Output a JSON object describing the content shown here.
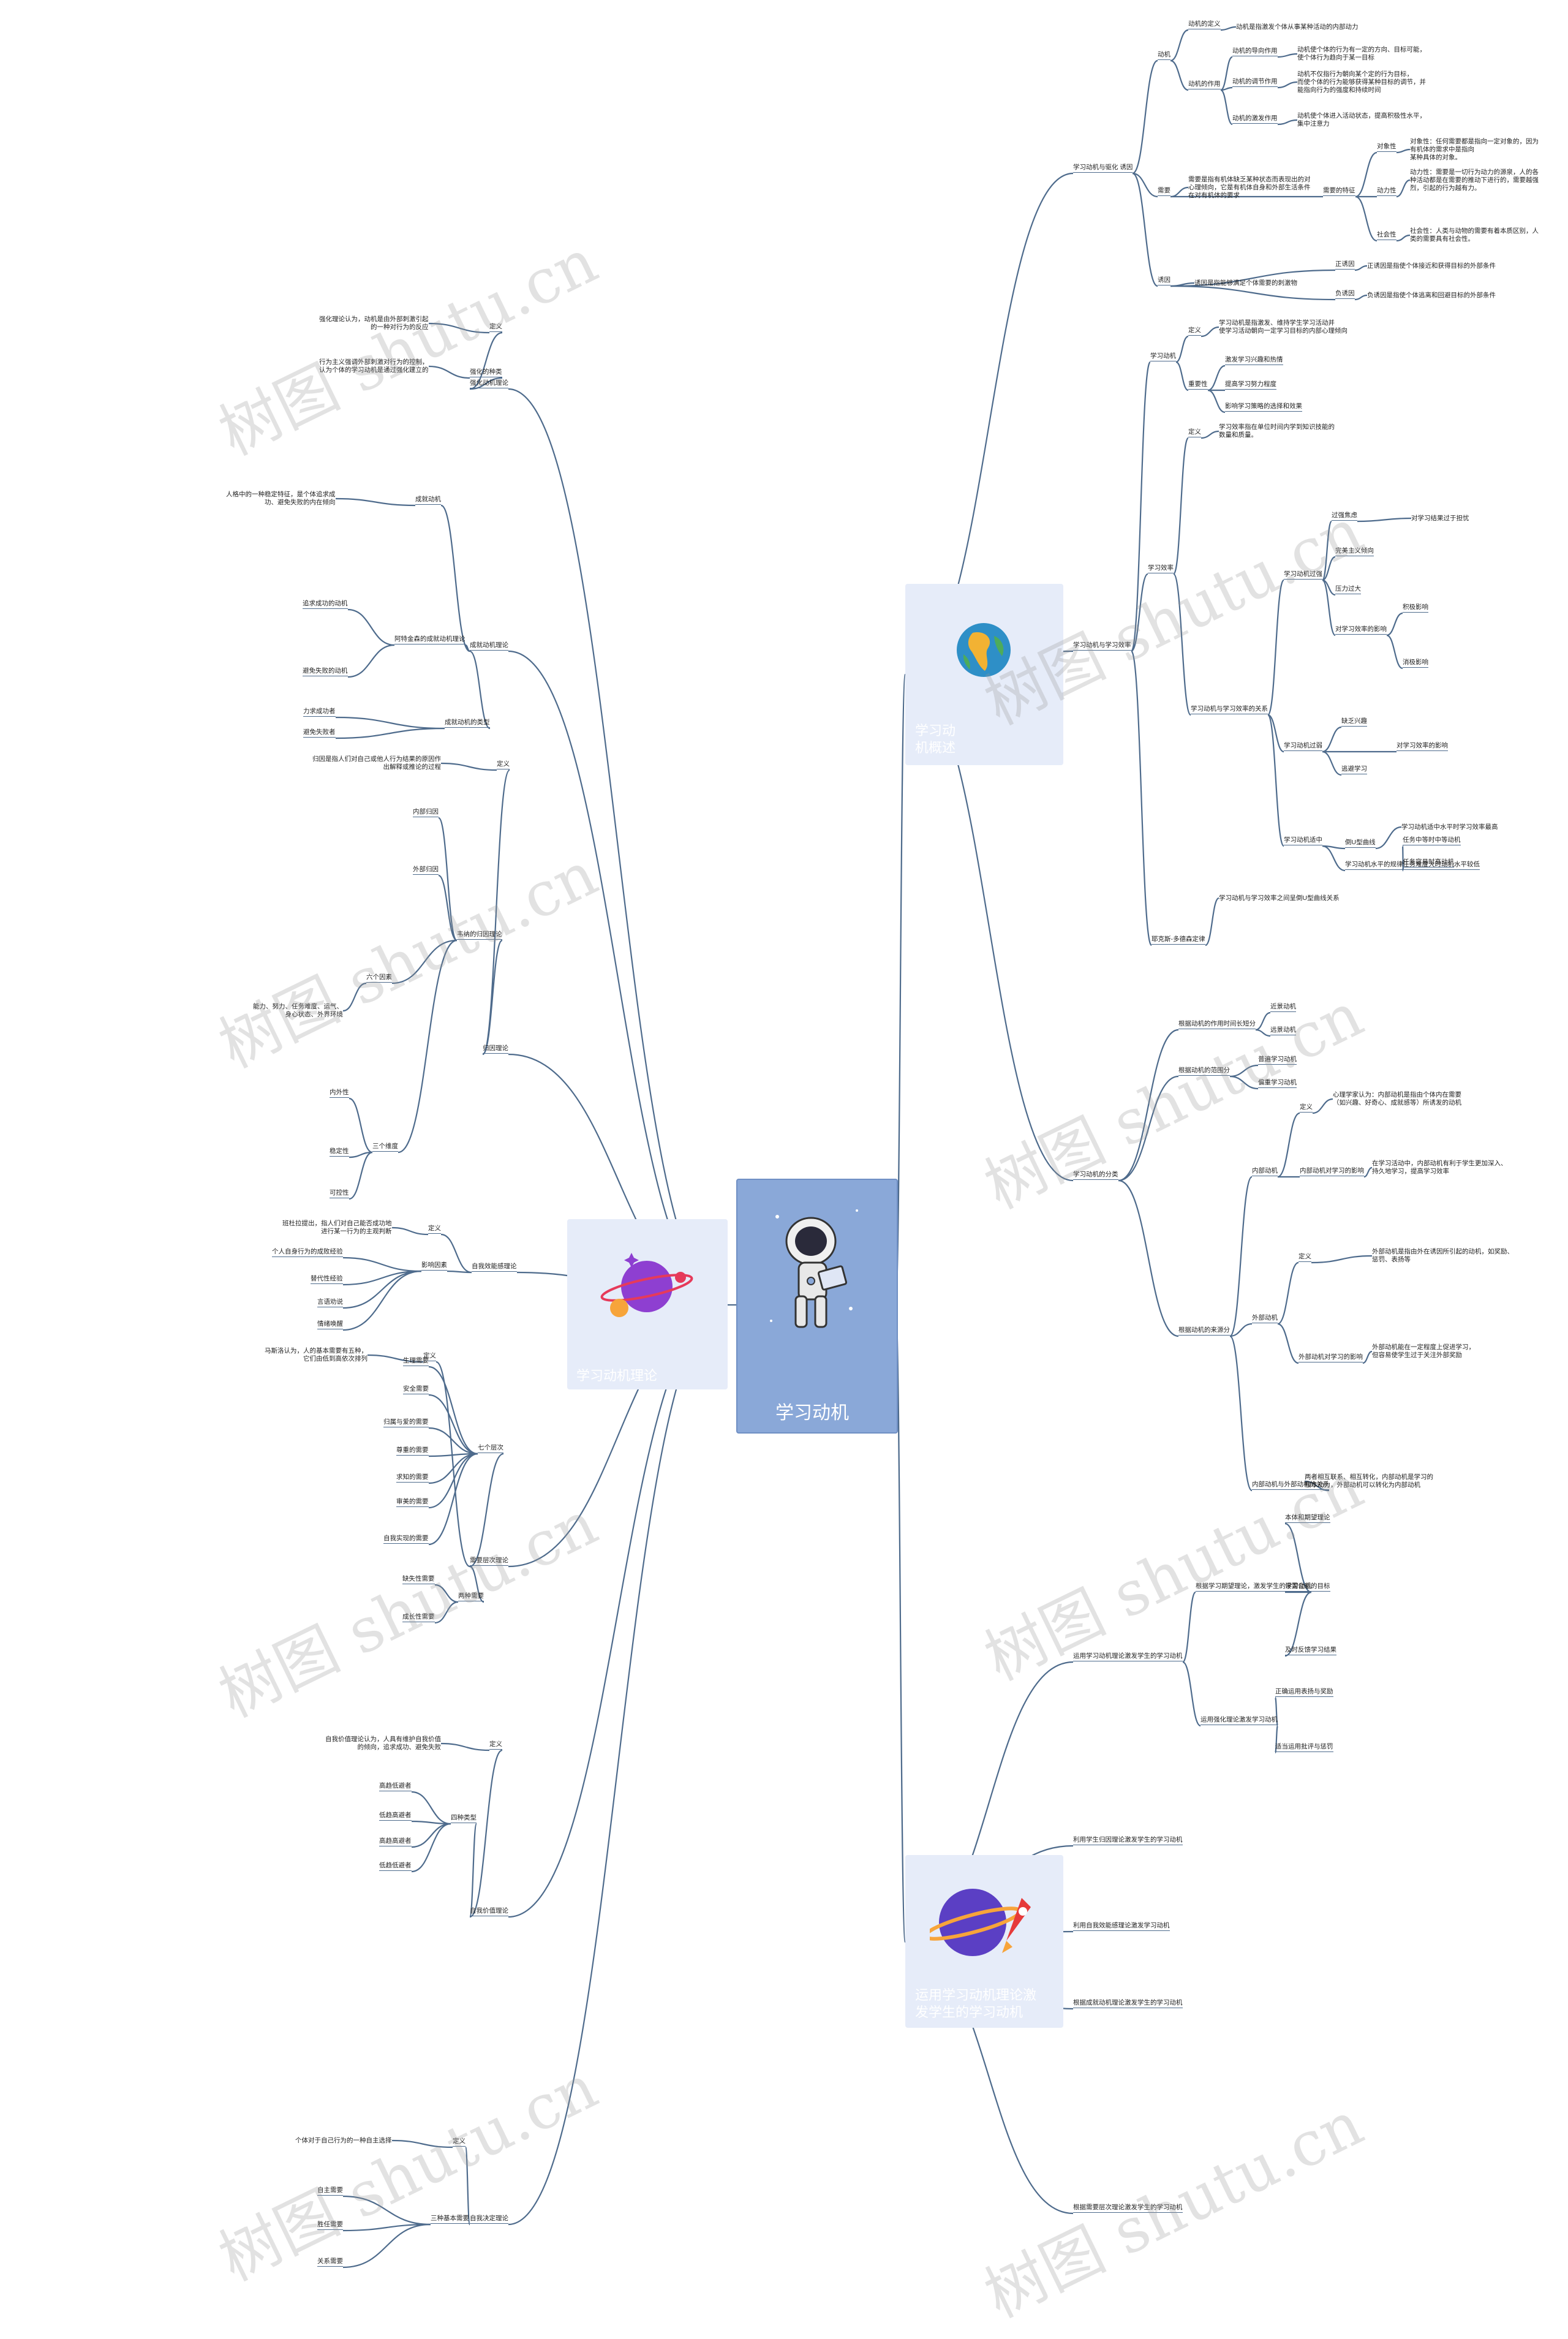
{
  "root": {
    "title": "学习动机"
  },
  "topics": {
    "t1": "学习动\n机概述",
    "t2": "学习动机理论",
    "t3": "运用学习动机理论激\n发学生的学习动机"
  },
  "right": {
    "r_xuexi": "学习动机与驱化 诱因",
    "r_dongji": "动机",
    "r_def": "动机的定义",
    "r_def_t": "动机是指激发个体从事某种活动的内部动力",
    "r_func": "动机的作用",
    "r_f1": "动机的导向作用",
    "r_f1_t": "动机使个体的行为有一定的方向、目标可能，\n使个体行为趋向于某一目标",
    "r_f2": "动机的调节作用",
    "r_f2_t": "动机不仅指行为朝向某个定的行为目标，\n而使个体的行为能够获得某种目标的调节，并\n能指向行为的强度和持续时间",
    "r_f3": "动机的激发作用",
    "r_f3_t": "动机使个体进入活动状态，提高积极性水平，\n集中注意力",
    "r_need": "需要",
    "r_need_t": "需要是指有机体缺乏某种状态而表现出的对\n心理倾向，它是有机体自身和外部生活条件\n在对有机体的要求",
    "r_need_sub": "需要的特征",
    "r_n1": "对象性",
    "r_n1_t": "对象性：任何需要都是指向一定对象的，因为\n有机体的需求中是指向\n某种具体的对象。",
    "r_n2": "动力性",
    "r_n2_t": "动力性：需要是一切行为动力的源泉，人的各\n种活动都是在需要的推动下进行的，需要越强\n烈，引起的行为越有力。",
    "r_n3": "社会性",
    "r_n3_t": "社会性：人类与动物的需要有着本质区别，人\n类的需要具有社会性。",
    "r_lure": "诱因",
    "r_lure_t": "诱因是指能够满足个体需要的刺激物",
    "r_l1": "正诱因",
    "r_l1_t": "正诱因是指使个体接近和获得目标的外部条件",
    "r_l2": "负诱因",
    "r_l2_t": "负诱因是指使个体逃离和回避目标的外部条件",
    "r_xdj": "学习动机与学习效率",
    "r_xdj_def": "学习动机",
    "r_dingyi": "定义",
    "r_dingyi_t": "学习动机是指激发、维持学生学习活动并\n使学习活动朝向一定学习目标的内部心理倾向",
    "r_zy": "重要性",
    "r_zy1": "激发学习兴趣和热情",
    "r_zy2": "提高学习努力程度",
    "r_zy3": "影响学习策略的选择和效果",
    "r_yx": "学习效率",
    "r_yx_def": "定义",
    "r_yx_def_t": "学习效率指在单位时间内学到知识技能的\n数量和质量。",
    "r_gx": "学习动机与学习效率的关系",
    "r_ng": "学习动机过强",
    "r_ng1": "过强焦虑",
    "r_ng1_t": "对学习结果过于担忧",
    "r_ng2": "完美主义倾向",
    "r_ng3": "压力过大",
    "r_yx2": "对学习效率的影响",
    "r_yx2_1": "积极影响",
    "r_yx2_2": "消极影响",
    "r_fz": "学习动机过弱",
    "r_fz1": "缺乏兴趣",
    "r_fz2": "逃避学习",
    "r_fz_m": "对学习效率的影响",
    "r_zw": "学习动机适中",
    "r_zw1": "倒U型曲线",
    "r_zw1_t": "学习动机适中水平时学习效率最高",
    "r_zw2": "学习动机水平的规律",
    "r_zw2_1": "任务难度大时动机水平较低",
    "r_zw2_2": "任务中等时中等动机",
    "r_zw2_3": "任务容易时高动机",
    "r_ggjs": "耶克斯-多德森定律",
    "r_ggjs1": "学习动机与学习效率之间呈倒U型曲线关系",
    "r_fl": "学习动机的分类",
    "r_fl1": "根据动机的作用时间长短分",
    "r_fl1_1": "近景动机",
    "r_fl1_2": "远景动机",
    "r_fl2": "根据动机的范围分",
    "r_fl2_1": "普遍学习动机",
    "r_fl2_2": "偏重学习动机",
    "r_fl3": "根据动机的来源分",
    "r_nz": "内部动机",
    "r_nz_def": "定义",
    "r_nz_def_t": "心理学家认为：内部动机是指由个体内在需要\n（如兴趣、好奇心、成就感等）所诱发的动机",
    "r_nz1": "内部动机对学习的影响",
    "r_nz1_t": "在学习活动中，内部动机有利于学生更加深入、\n持久地学习，提高学习效率",
    "r_wz": "外部动机",
    "r_wz_def": "定义",
    "r_wz_def_t": "外部动机是指由外在诱因所引起的动机，如奖励、\n惩罚、表扬等",
    "r_wz1": "外部动机对学习的影响",
    "r_wz1_t": "外部动机能在一定程度上促进学习，\n但容易使学生过于关注外部奖励",
    "r_zh": "内部动机与外部动机的关系",
    "r_zh_t": "两者相互联系、相互转化，内部动机是学习的\n根本动力，外部动机可以转化为内部动机",
    "r_jf": "运用学习动机理论激发学生的学习动机",
    "r_jf1": "根据学习期望理论，激发学生的学习动机",
    "r_jf1_1": "本体和期望理论",
    "r_jf1_2": "设置合适的目标",
    "r_jf1_3": "及时反馈学习结果",
    "r_jf2": "运用强化理论激发学习动机",
    "r_jf2_1": "正确运用表扬与奖励",
    "r_jf2_2": "适当运用批评与惩罚",
    "r_jf3": "利用学生归因理论激发学生的学习动机",
    "r_jf4": "利用自我效能感理论激发学习动机",
    "r_jf5": "根据成就动机理论激发学生的学习动机",
    "r_jf6": "根据需要层次理论激发学生的学习动机"
  },
  "left": {
    "l_qh": "强化动机理论",
    "l_qh_def": "定义",
    "l_qh_def_t": "强化理论认为，动机是由外部刺激引起\n的一种对行为的反应",
    "l_qh1": "强化的种类",
    "l_qh1_t": "行为主义强调外部刺激对行为的控制，\n认为个体的学习动机是通过强化建立的",
    "l_cj": "成就动机理论",
    "l_cj_def": "成就动机",
    "l_cj_def_t": "人格中的一种稳定特征，是个体追求成\n功、避免失败的内在倾向",
    "l_cj1": "阿特金森的成就动机理论",
    "l_cj1_1": "追求成功的动机",
    "l_cj1_2": "避免失败的动机",
    "l_cj2": "成就动机的类型",
    "l_cj2_1": "力求成功者",
    "l_cj2_2": "避免失败者",
    "l_gy": "归因理论",
    "l_gy_def": "定义",
    "l_gy_def_t": "归因是指人们对自己或他人行为结果的原因作\n出解释或推论的过程",
    "l_gy1": "韦纳的归因理论",
    "l_gy1_1": "内部归因",
    "l_gy1_2": "外部归因",
    "l_gy2": "六个因素",
    "l_gy2_t": "能力、努力、任务难度、运气、\n身心状态、外界环境",
    "l_gy3": "三个维度",
    "l_gy3_1": "内外性",
    "l_gy3_2": "稳定性",
    "l_gy3_3": "可控性",
    "l_zw": "自我效能感理论",
    "l_zw_def": "定义",
    "l_zw_def_t": "班杜拉提出，指人们对自己能否成功地\n进行某一行为的主观判断",
    "l_zw1": "影响因素",
    "l_zw1_1": "个人自身行为的成败经验",
    "l_zw1_2": "替代性经验",
    "l_zw1_3": "言语劝说",
    "l_zw1_4": "情绪唤醒",
    "l_xy": "需要层次理论",
    "l_xy_def": "定义",
    "l_xy_def_t": "马斯洛认为，人的基本需要有五种，\n它们由低到高依次排列",
    "l_xy1": "七个层次",
    "l_xy1_1": "生理需要",
    "l_xy1_2": "安全需要",
    "l_xy1_3": "归属与爱的需要",
    "l_xy1_4": "尊重的需要",
    "l_xy1_5": "求知的需要",
    "l_xy1_6": "审美的需要",
    "l_xy1_7": "自我实现的需要",
    "l_xy2": "两种需要",
    "l_xy2_1": "缺失性需要",
    "l_xy2_2": "成长性需要",
    "l_zwjd": "自我价值理论",
    "l_zwjd_def": "定义",
    "l_zwjd_def_t": "自我价值理论认为，人具有维护自我价值\n的倾向，追求成功、避免失败",
    "l_zwjd1": "四种类型",
    "l_zwjd1_1": "高趋低避者",
    "l_zwjd1_2": "低趋高避者",
    "l_zwjd1_3": "高趋高避者",
    "l_zwjd1_4": "低趋低避者",
    "l_zj": "自我决定理论",
    "l_zj_def": "定义",
    "l_zj_def_t": "个体对于自己行为的一种自主选择",
    "l_zj1": "三种基本需要",
    "l_zj1_1": "自主需要",
    "l_zj1_2": "胜任需要",
    "l_zj1_3": "关系需要"
  },
  "watermarks": [
    "树图 shutu.cn",
    "树图 shutu.cn",
    "树图 shutu.cn",
    "树图 shutu.cn",
    "树图 shutu.cn",
    "树图 shutu.cn",
    "树图 shutu.cn",
    "树图 shutu.cn"
  ]
}
